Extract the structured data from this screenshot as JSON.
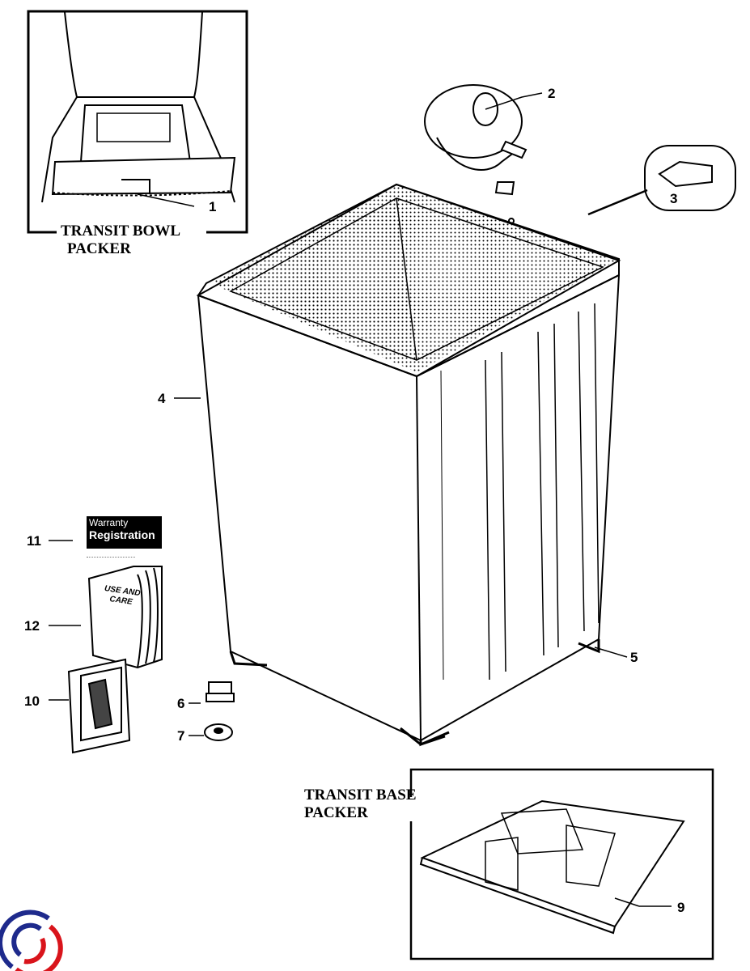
{
  "inset_bowl": {
    "title_line1": "TRANSIT BOWL",
    "title_line2": "PACKER"
  },
  "inset_base": {
    "title_line1": "TRANSIT BASE",
    "title_line2": "PACKER"
  },
  "callouts": [
    "1",
    "2",
    "3",
    "4",
    "5",
    "6",
    "7",
    "9",
    "10",
    "11",
    "12"
  ],
  "warranty_card": {
    "line1": "Warranty",
    "line2": "Registration"
  },
  "manual": {
    "line1": "USE AND",
    "line2": "CARE"
  },
  "logo": "brand-swirl-logo",
  "colors": {
    "logo_blue": "#1e2a8c",
    "logo_red": "#d9141b"
  }
}
